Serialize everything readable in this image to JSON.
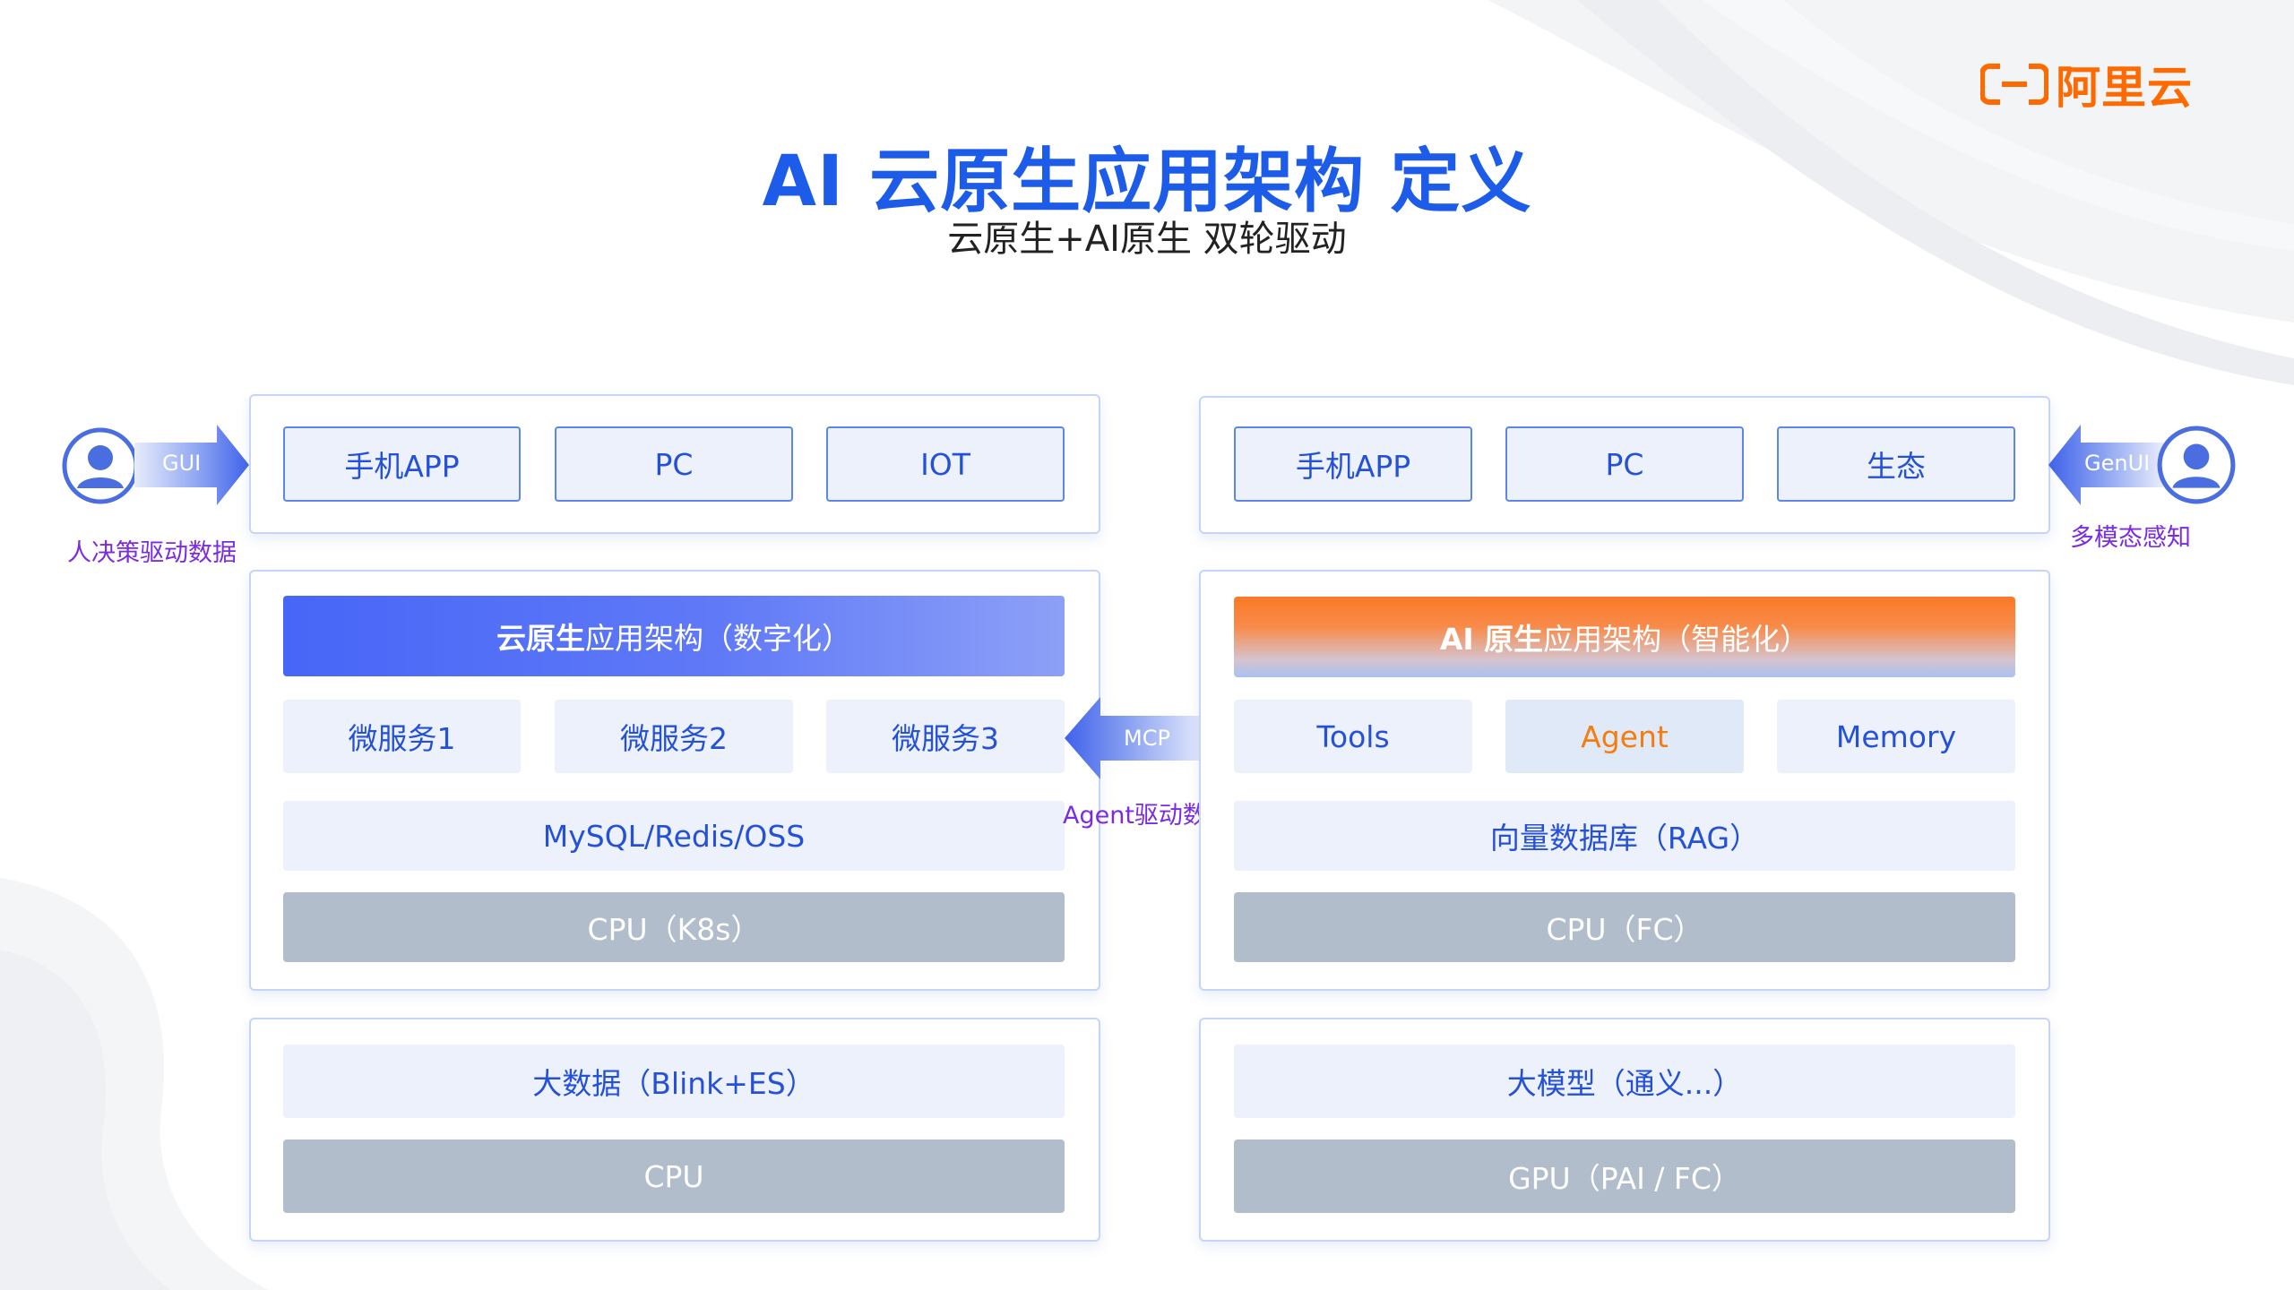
{
  "brand": {
    "logo_text": "阿里云",
    "accent": "#ff6a00"
  },
  "header": {
    "title": "AI 云原生应用架构 定义",
    "subtitle": "云原生+AI原生 双轮驱动"
  },
  "left_column": {
    "side": {
      "arrow_label": "GUI",
      "caption": "人决策驱动数据"
    },
    "clients": [
      "手机APP",
      "PC",
      "IOT"
    ],
    "architecture": {
      "header_bold": "云原生",
      "header_rest": "应用架构（数字化）",
      "services": [
        "微服务1",
        "微服务2",
        "微服务3"
      ],
      "storage": "MySQL/Redis/OSS",
      "compute": "CPU（K8s）"
    },
    "data_layer": {
      "bigdata": "大数据（Blink+ES）",
      "compute": "CPU"
    }
  },
  "connector": {
    "label": "MCP",
    "caption": "Agent驱动数据"
  },
  "right_column": {
    "side": {
      "arrow_label": "GenUI",
      "caption": "多模态感知"
    },
    "clients": [
      "手机APP",
      "PC",
      "生态"
    ],
    "architecture": {
      "header_bold": "AI 原生",
      "header_rest": "应用架构（智能化）",
      "components": [
        "Tools",
        "Agent",
        "Memory"
      ],
      "storage": "向量数据库（RAG）",
      "compute": "CPU（FC）"
    },
    "model_layer": {
      "model": "大模型（通义...）",
      "compute": "GPU（PAI / FC）"
    }
  }
}
